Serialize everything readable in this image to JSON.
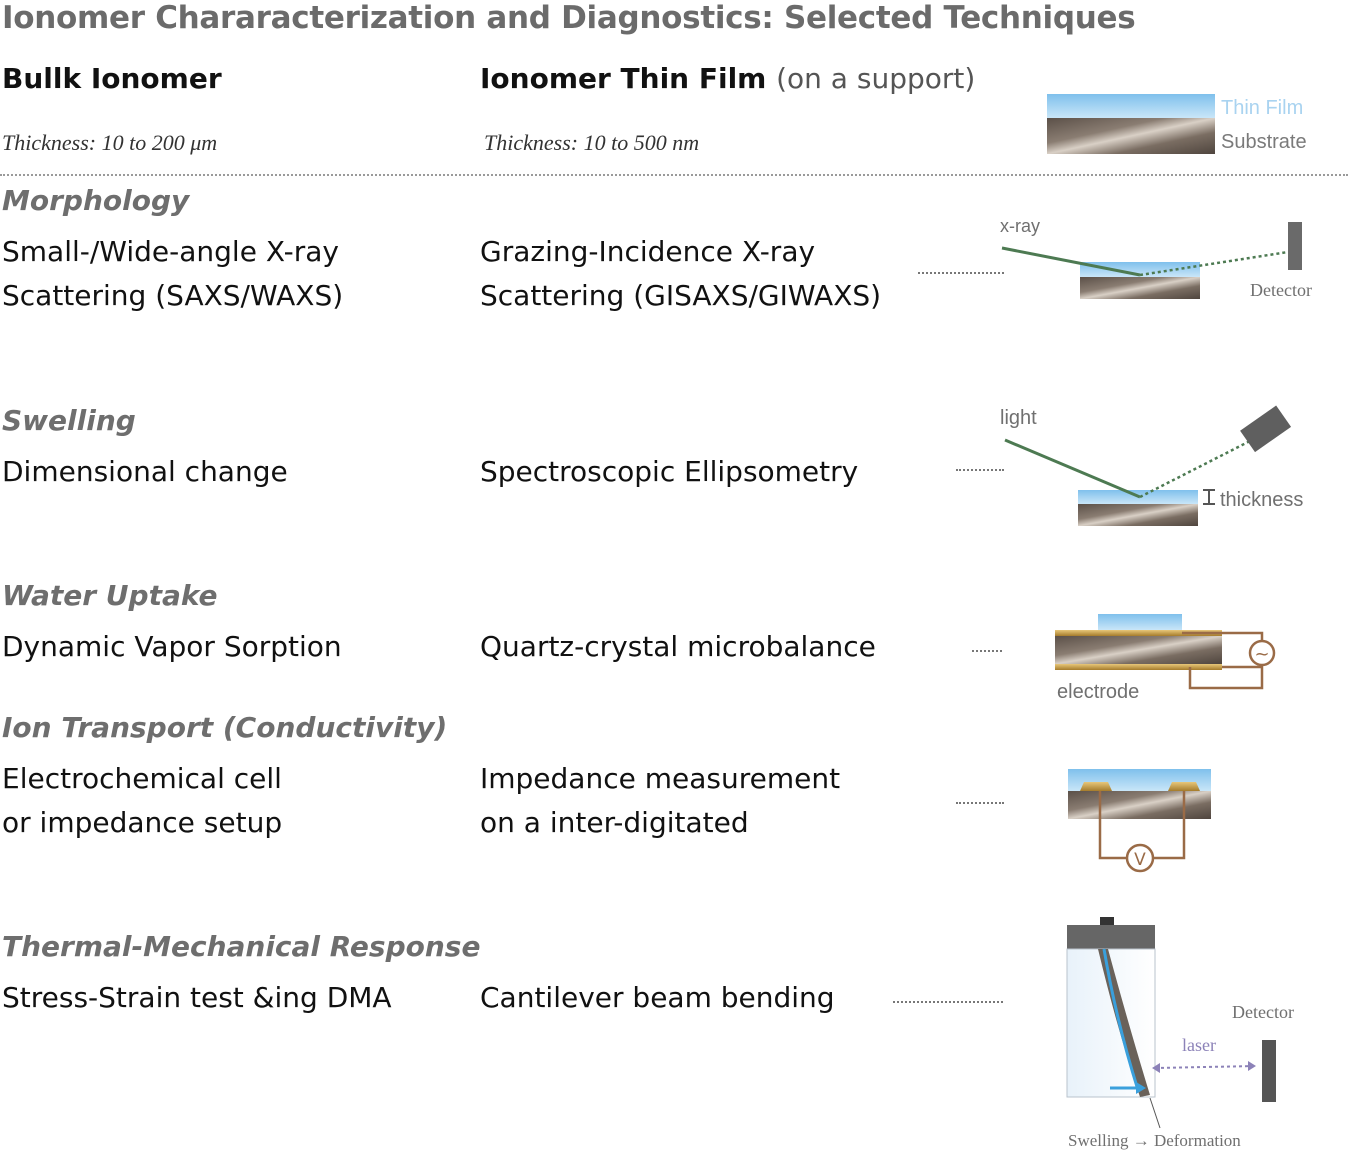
{
  "title": "Ionomer Chararacterization and Diagnostics: Selected Techniques",
  "columns": {
    "bulk": {
      "heading": "Bullk Ionomer",
      "thickness": "Thickness: 10 to 200 μm"
    },
    "film": {
      "heading": "Ionomer Thin Film",
      "heading_suffix": "(on a support)",
      "thickness": "Thickness: 10 to 500 nm"
    }
  },
  "legend": {
    "thin_film": "Thin Film",
    "substrate": "Substrate"
  },
  "rows": [
    {
      "category": "Morphology",
      "bulk": [
        "Small-/Wide-angle X-ray",
        "Scattering (SAXS/WAXS)"
      ],
      "film": [
        "Grazing-Incidence X-ray",
        "Scattering (GISAXS/GIWAXS)"
      ],
      "labels": {
        "source": "x-ray",
        "detector": "Detector"
      }
    },
    {
      "category": "Swelling",
      "bulk": [
        "Dimensional change"
      ],
      "film": [
        "Spectroscopic Ellipsometry"
      ],
      "labels": {
        "source": "light",
        "measure": "thickness"
      }
    },
    {
      "category": "Water Uptake",
      "bulk": [
        "Dynamic Vapor Sorption"
      ],
      "film": [
        "Quartz-crystal microbalance"
      ],
      "labels": {
        "electrode": "electrode",
        "meter": "~"
      }
    },
    {
      "category": "Ion Transport (Conductivity)",
      "bulk": [
        "Electrochemical cell",
        "or impedance setup"
      ],
      "film": [
        "Impedance measurement",
        "on a inter-digitated"
      ],
      "labels": {
        "meter": "V"
      }
    },
    {
      "category": "Thermal-Mechanical Response",
      "bulk": [
        "Stress-Strain test &ing DMA"
      ],
      "film": [
        "Cantilever beam bending"
      ],
      "labels": {
        "detector": "Detector",
        "laser": "laser",
        "caption": "Swelling → Deformation"
      }
    }
  ],
  "colors": {
    "film_blue": "#a9d3f0",
    "substrate_dark": "#6e6258",
    "beam_green": "#4d7a52",
    "wire_brown": "#9a6b47",
    "gold": "#c9a24a",
    "laser_purple": "#8c82b8"
  }
}
